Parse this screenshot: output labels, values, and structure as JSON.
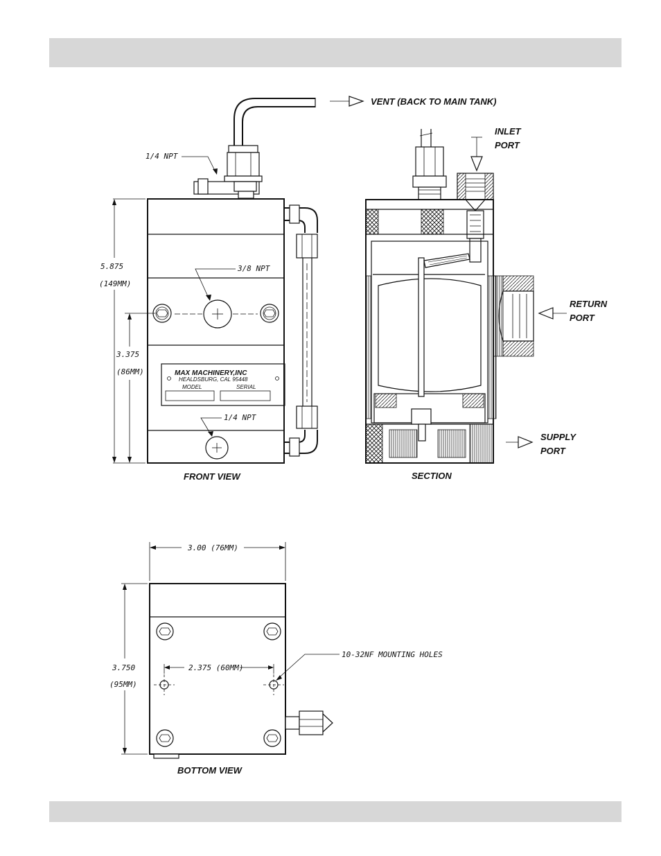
{
  "labels": {
    "vent": "VENT (BACK TO MAIN TANK)",
    "inlet_line1": "INLET",
    "inlet_line2": "PORT",
    "return_line1": "RETURN",
    "return_line2": "PORT",
    "supply_line1": "SUPPLY",
    "supply_line2": "PORT",
    "front_view": "FRONT VIEW",
    "section": "SECTION",
    "bottom_view": "BOTTOM VIEW",
    "npt_top": "1/4 NPT",
    "npt_mid": "3/8 NPT",
    "npt_bottom": "1/4 NPT",
    "mounting_holes": "10-32NF MOUNTING HOLES"
  },
  "dimensions": {
    "height_total": "5.875",
    "height_total_mm": "(149MM)",
    "height_partial": "3.375",
    "height_partial_mm": "(86MM)",
    "width": "3.00 (76MM)",
    "hole_spacing": "2.375 (60MM)",
    "bottom_height": "3.750",
    "bottom_height_mm": "(95MM)"
  },
  "nameplate": {
    "company": "MAX MACHINERY,INC",
    "address": "HEALDSBURG, CAL 95448",
    "model_label": "MODEL",
    "serial_label": "SERIAL"
  },
  "colors": {
    "header_bar": "#d7d7d7",
    "line": "#111111"
  }
}
